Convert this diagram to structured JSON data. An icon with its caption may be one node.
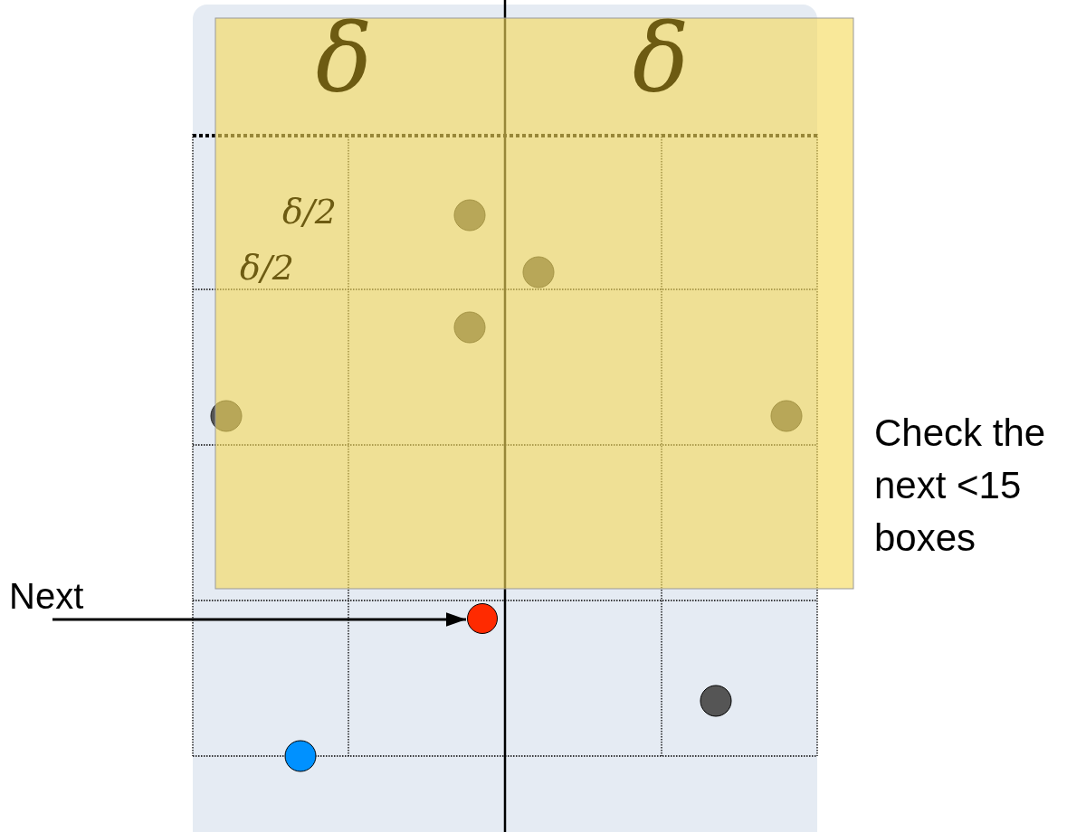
{
  "diagram": {
    "nodes": [
      {
        "text": [
          "Next"
        ]
      },
      {
        "text": [],
        "shape": "circle"
      }
    ],
    "edges": [
      {
        "from": 0,
        "to": 1,
        "arrow": "to"
      }
    ],
    "labels": [
      "δ",
      "δ",
      "δ/2",
      "δ/2",
      "Check the next <15 boxes"
    ]
  }
}
